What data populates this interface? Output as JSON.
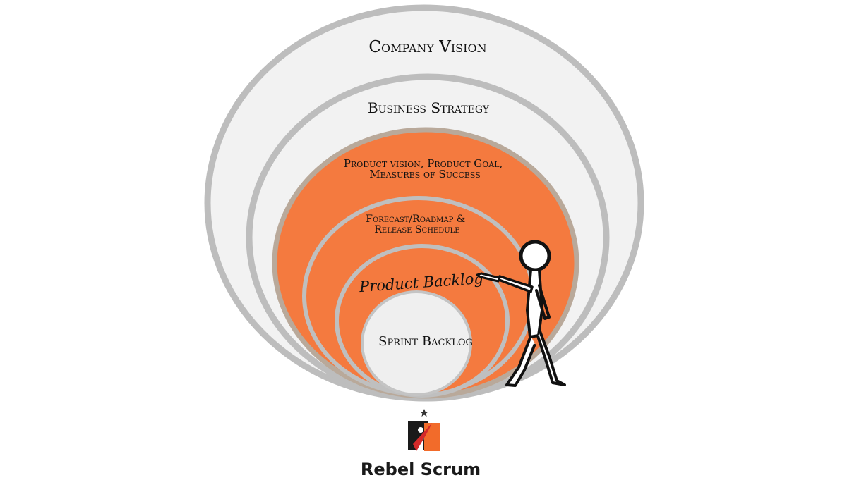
{
  "diagram": {
    "layers": [
      {
        "id": "company-vision",
        "label": "Company Vision"
      },
      {
        "id": "business-strategy",
        "label": "Business Strategy"
      },
      {
        "id": "product-vision",
        "lines": [
          "Product vision, Product Goal,",
          "Measures of Success"
        ]
      },
      {
        "id": "forecast",
        "lines": [
          "Forecast/Roadmap &",
          "Release Schedule"
        ]
      },
      {
        "id": "product-backlog",
        "label": "Product Backlog"
      },
      {
        "id": "sprint-backlog",
        "label": "Sprint Backlog"
      }
    ],
    "colors": {
      "outer_fill": "#f2f2f2",
      "ring_stroke": "#bdbdbd",
      "accent_fill": "#f47a3f",
      "accent_stroke": "#b9a99a",
      "inner_fill": "#efefef"
    }
  },
  "logo": {
    "name": "Rebel Scrum",
    "colors": {
      "orange": "#f26b2a",
      "dark": "#1a1a1a",
      "red": "#d42a2a"
    }
  }
}
